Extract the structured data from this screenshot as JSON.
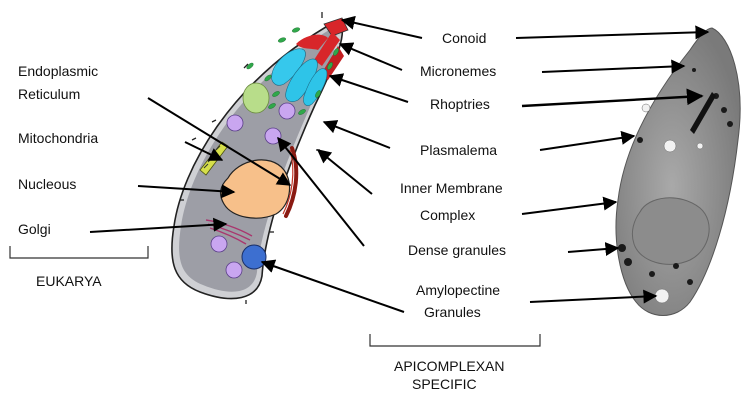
{
  "labels": {
    "endoplasmic_line1": "Endoplasmic",
    "endoplasmic_line2": "Reticulum",
    "mitochondria": "Mitochondria",
    "nucleous": "Nucleous",
    "golgi": "Golgi",
    "eukarya": "EUKARYA",
    "conoid": "Conoid",
    "micronemes": "Micronemes",
    "rhoptries": "Rhoptries",
    "plasmalema": "Plasmalema",
    "imc_line1": "Inner Membrane",
    "imc_line2": "Complex",
    "dense_granules": "Dense granules",
    "amylopectine_line1": "Amylopectine",
    "amylopectine_line2": "Granules",
    "apicomplexan_line1": "APICOMPLEXAN",
    "apicomplexan_line2": "SPECIFIC"
  },
  "colors": {
    "cell_fill": "#c8c8cc",
    "cytoplasm": "#9a9aa2",
    "nucleus": "#f7c08a",
    "micronemes": "#2fa84a",
    "rhoptries": "#2ec4e8",
    "conoid": "#d8262a",
    "dense_granules": "#c9a6f0",
    "amylopectin": "#3d6fd0",
    "golgi": "#a9366e",
    "mitochondria": "#d6df4a",
    "er": "#8a1a12",
    "vacuole": "#b8dd8a"
  }
}
